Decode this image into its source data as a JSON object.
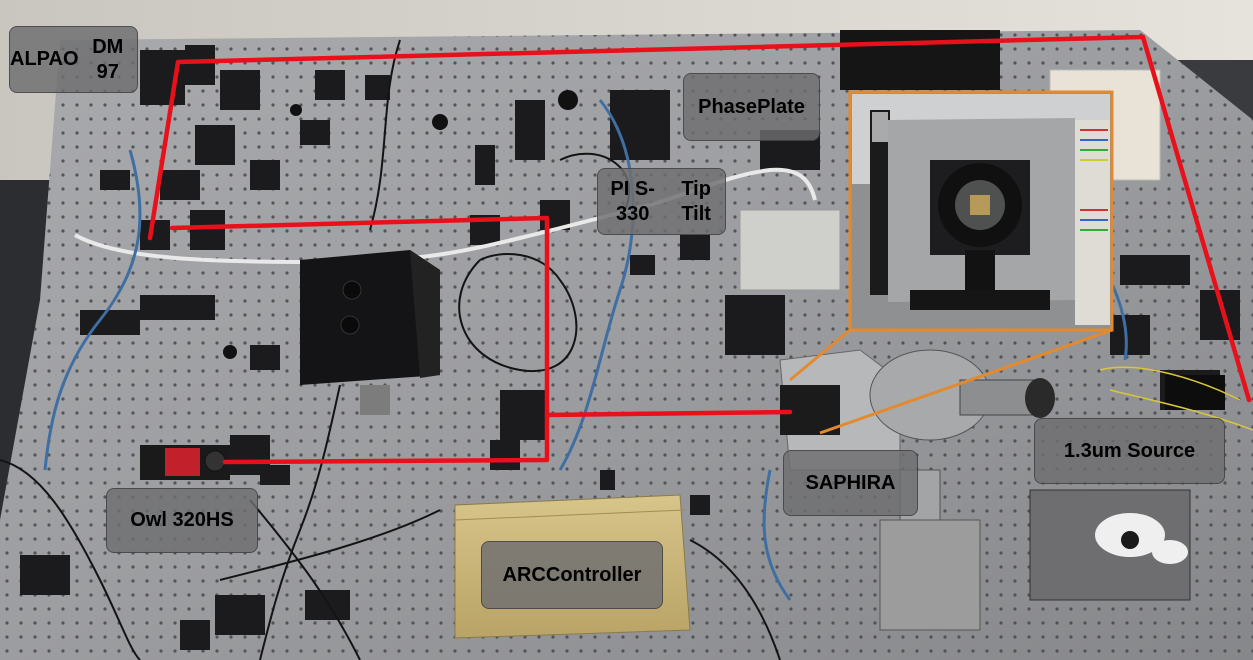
{
  "labels": {
    "alpao": {
      "line1": "ALPAO",
      "line2": "DM 97"
    },
    "phase_plate": {
      "line1": "Phase",
      "line2": "Plate"
    },
    "pi_tip_tilt": {
      "line1": "PI S-330",
      "line2": "Tip Tilt"
    },
    "source": {
      "line1": "1.3um Source"
    },
    "saphira": {
      "line1": "SAPHIRA"
    },
    "owl": {
      "line1": "Owl 320",
      "line2": "HS"
    },
    "arc": {
      "line1": "ARC",
      "line2": "Controller"
    }
  },
  "colors": {
    "beam_path": "#e8101a",
    "inset_border": "#e38a2e",
    "label_fill": "#6e6e70",
    "table_surface": "#9a9b9e",
    "background": "#2a2b2d"
  }
}
